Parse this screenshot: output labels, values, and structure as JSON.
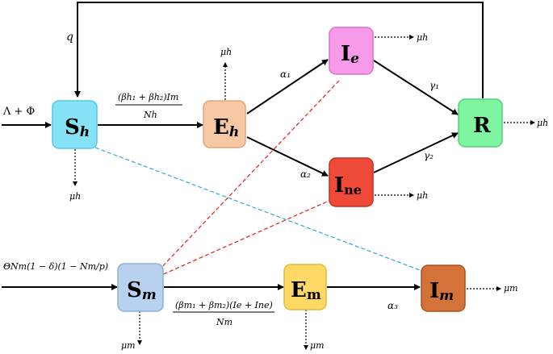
{
  "nodes": {
    "sh": {
      "main": "S",
      "sub": "h",
      "color": "#86E3F7",
      "border": "#5CC6E0"
    },
    "eh": {
      "main": "E",
      "sub": "h",
      "color": "#F7C8A4",
      "border": "#E0A57C"
    },
    "ie": {
      "main": "I",
      "sub": "e",
      "color": "#F79BE8",
      "border": "#DE6FCF"
    },
    "ine": {
      "main": "I",
      "sub": "ne",
      "color": "#EE4A37",
      "border": "#C62F1E"
    },
    "r": {
      "main": "R",
      "sub": "",
      "color": "#80F5A0",
      "border": "#52D079"
    },
    "sm": {
      "main": "S",
      "sub": "m",
      "color": "#B7D1EE",
      "border": "#8DAFD6"
    },
    "em": {
      "main": "E",
      "sub": "m",
      "color": "#FFD966",
      "border": "#E3B93A"
    },
    "im": {
      "main": "I",
      "sub": "m",
      "color": "#D3733A",
      "border": "#A9531E"
    }
  },
  "labels": {
    "q": "q",
    "recruit_h": "Λ + Φ",
    "lambda_h_num": "(βh₁ + βh₂)Im",
    "lambda_h_den": "Nh",
    "alpha1": "α₁",
    "alpha2": "α₂",
    "gamma1": "γ₁",
    "gamma2": "γ₂",
    "mu_h": "μh",
    "mu_m": "μm",
    "recruit_m": "ΘNm(1 − δ)(1 − Nm/p)",
    "lambda_m_num": "(βm₁ + βm₂)(Ie + Ine)",
    "lambda_m_den": "Nm",
    "alpha3": "α₃"
  },
  "colors": {
    "arrow": "#000000",
    "link_cyan": "#2AA8E0",
    "link_red": "#E0201E"
  }
}
